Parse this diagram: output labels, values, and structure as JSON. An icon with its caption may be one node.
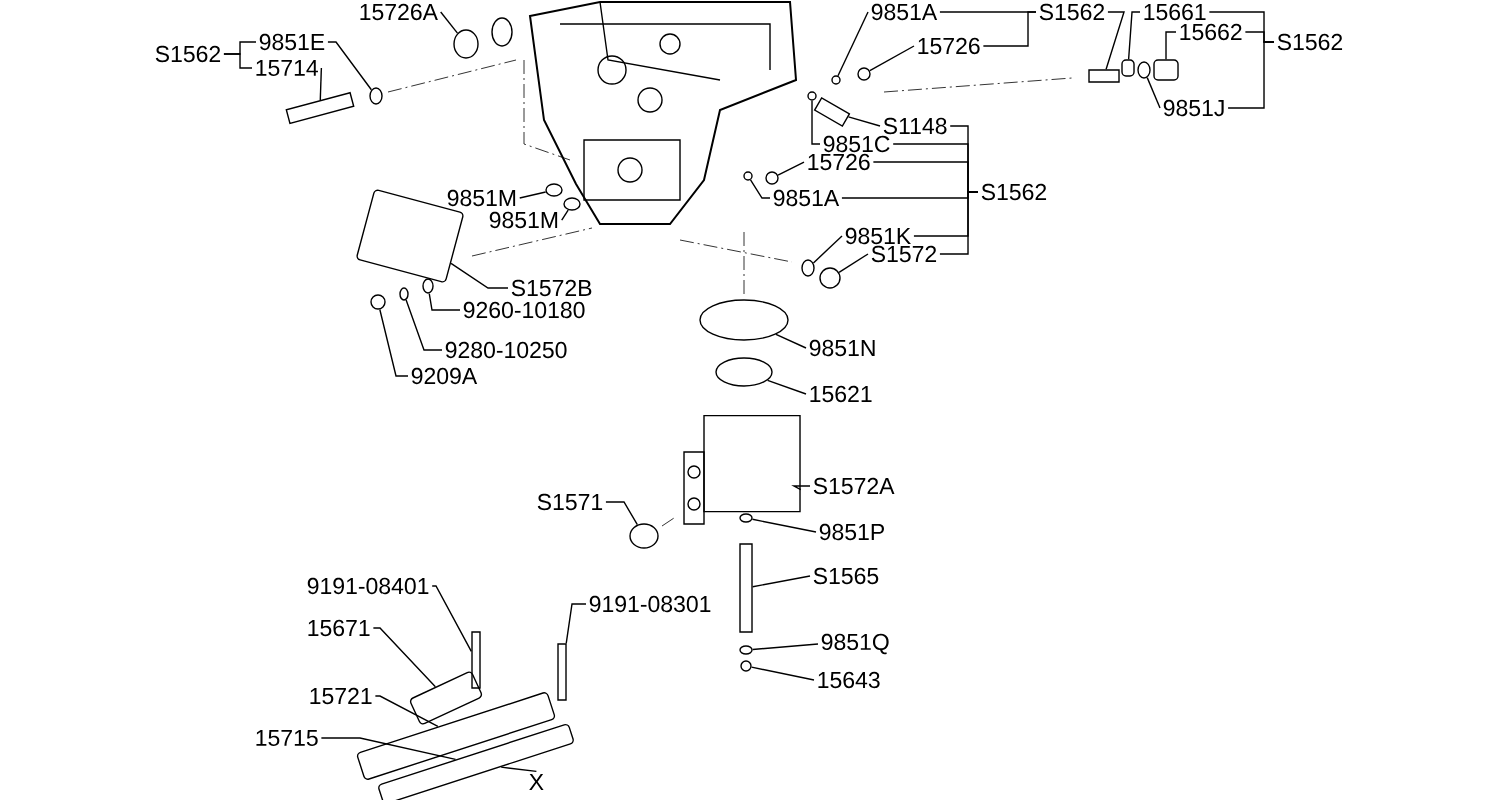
{
  "diagram": {
    "nodes": [
      {
        "text": [
          "15726A"
        ]
      },
      {
        "text": [
          "S1562"
        ]
      },
      {
        "text": [
          "9851E"
        ]
      },
      {
        "text": [
          "15714"
        ]
      },
      {
        "text": [
          "9851A"
        ]
      },
      {
        "text": [
          "S1562"
        ]
      },
      {
        "text": [
          "15726"
        ]
      },
      {
        "text": [
          "15661"
        ]
      },
      {
        "text": [
          "15662"
        ]
      },
      {
        "text": [
          "S1562"
        ]
      },
      {
        "text": [
          "9851J"
        ]
      },
      {
        "text": [
          "S1148"
        ]
      },
      {
        "text": [
          "9851C"
        ]
      },
      {
        "text": [
          "15726"
        ]
      },
      {
        "text": [
          "9851A"
        ]
      },
      {
        "text": [
          "S1562"
        ]
      },
      {
        "text": [
          "9851K"
        ]
      },
      {
        "text": [
          "S1572"
        ]
      },
      {
        "text": [
          "9851M"
        ]
      },
      {
        "text": [
          "9851M"
        ]
      },
      {
        "text": [
          "S1572B"
        ]
      },
      {
        "text": [
          "9260-10180"
        ]
      },
      {
        "text": [
          "9280-10250"
        ]
      },
      {
        "text": [
          "9209A"
        ]
      },
      {
        "text": [
          "9851N"
        ]
      },
      {
        "text": [
          "15621"
        ]
      },
      {
        "text": [
          "S1572A"
        ]
      },
      {
        "text": [
          "S1571"
        ]
      },
      {
        "text": [
          "9851P"
        ]
      },
      {
        "text": [
          "S1565"
        ]
      },
      {
        "text": [
          "9191-08301"
        ]
      },
      {
        "text": [
          "9191-08401"
        ]
      },
      {
        "text": [
          "15671"
        ]
      },
      {
        "text": [
          "15721"
        ]
      },
      {
        "text": [
          "15715"
        ]
      },
      {
        "text": [
          "9851Q"
        ]
      },
      {
        "text": [
          "15643"
        ]
      },
      {
        "text": [
          "X"
        ]
      },
      {
        "text": [],
        "shape": "circle"
      },
      {
        "text": [],
        "shape": "circle"
      },
      {
        "text": [],
        "shape": "bar"
      },
      {
        "text": [],
        "shape": "circle"
      },
      {
        "text": [],
        "shape": "bar"
      },
      {
        "text": [],
        "shape": "circle"
      },
      {
        "text": [],
        "shape": "box"
      },
      {
        "text": [],
        "shape": "box"
      },
      {
        "text": [],
        "shape": "circle"
      },
      {
        "text": [],
        "shape": "bar"
      },
      {
        "text": [],
        "shape": "circle"
      },
      {
        "text": [],
        "shape": "circle"
      },
      {
        "text": [],
        "shape": "circle"
      },
      {
        "text": [],
        "shape": "circle"
      },
      {
        "text": [],
        "shape": "circle"
      },
      {
        "text": [],
        "shape": "circle"
      },
      {
        "text": [],
        "shape": "circle"
      },
      {
        "text": [],
        "shape": "box"
      },
      {
        "text": [],
        "shape": "circle"
      },
      {
        "text": [],
        "shape": "circle"
      },
      {
        "text": [],
        "shape": "circle"
      },
      {
        "text": [],
        "shape": "circle"
      },
      {
        "text": [],
        "shape": "circle"
      },
      {
        "text": [],
        "shape": "cylinder"
      },
      {
        "text": [],
        "shape": "circle"
      },
      {
        "text": [],
        "shape": "circle"
      },
      {
        "text": [],
        "shape": "bar"
      },
      {
        "text": [],
        "shape": "bar"
      },
      {
        "text": [],
        "shape": "bar"
      },
      {
        "text": [],
        "shape": "box"
      },
      {
        "text": [],
        "shape": "box"
      },
      {
        "text": [],
        "shape": "box"
      },
      {
        "text": [],
        "shape": "circle"
      },
      {
        "text": [],
        "shape": "circle"
      }
    ],
    "edges": [
      {
        "from": 0,
        "to": 38,
        "arrow": "none"
      },
      {
        "from": 1,
        "to": 2,
        "arrow": "none"
      },
      {
        "from": 1,
        "to": 3,
        "arrow": "none"
      },
      {
        "from": 2,
        "to": 39,
        "arrow": "none"
      },
      {
        "from": 3,
        "to": 40,
        "arrow": "none"
      },
      {
        "from": 4,
        "to": 41,
        "arrow": "none"
      },
      {
        "from": 5,
        "to": 4,
        "arrow": "none"
      },
      {
        "from": 5,
        "to": 6,
        "arrow": "none"
      },
      {
        "from": 5,
        "to": 42,
        "arrow": "none"
      },
      {
        "from": 6,
        "to": 43,
        "arrow": "none"
      },
      {
        "from": 7,
        "to": 44,
        "arrow": "none"
      },
      {
        "from": 8,
        "to": 45,
        "arrow": "none"
      },
      {
        "from": 9,
        "to": 7,
        "arrow": "none"
      },
      {
        "from": 9,
        "to": 8,
        "arrow": "none"
      },
      {
        "from": 9,
        "to": 10,
        "arrow": "none"
      },
      {
        "from": 10,
        "to": 46,
        "arrow": "none"
      },
      {
        "from": 11,
        "to": 47,
        "arrow": "none"
      },
      {
        "from": 12,
        "to": 48,
        "arrow": "none"
      },
      {
        "from": 13,
        "to": 49,
        "arrow": "none"
      },
      {
        "from": 14,
        "to": 50,
        "arrow": "none"
      },
      {
        "from": 15,
        "to": 11,
        "arrow": "none"
      },
      {
        "from": 15,
        "to": 12,
        "arrow": "none"
      },
      {
        "from": 15,
        "to": 13,
        "arrow": "none"
      },
      {
        "from": 15,
        "to": 14,
        "arrow": "none"
      },
      {
        "from": 15,
        "to": 16,
        "arrow": "none"
      },
      {
        "from": 15,
        "to": 17,
        "arrow": "none"
      },
      {
        "from": 16,
        "to": 51,
        "arrow": "none"
      },
      {
        "from": 17,
        "to": 52,
        "arrow": "none"
      },
      {
        "from": 18,
        "to": 53,
        "arrow": "none"
      },
      {
        "from": 19,
        "to": 54,
        "arrow": "none"
      },
      {
        "from": 20,
        "to": 55,
        "arrow": "none"
      },
      {
        "from": 21,
        "to": 56,
        "arrow": "none"
      },
      {
        "from": 22,
        "to": 57,
        "arrow": "none"
      },
      {
        "from": 23,
        "to": 58,
        "arrow": "none"
      },
      {
        "from": 24,
        "to": 59,
        "arrow": "none"
      },
      {
        "from": 25,
        "to": 60,
        "arrow": "none"
      },
      {
        "from": 26,
        "to": 61,
        "arrow": "none"
      },
      {
        "from": 27,
        "to": 62,
        "arrow": "none"
      },
      {
        "from": 28,
        "to": 63,
        "arrow": "none"
      },
      {
        "from": 29,
        "to": 64,
        "arrow": "none"
      },
      {
        "from": 30,
        "to": 65,
        "arrow": "none"
      },
      {
        "from": 31,
        "to": 66,
        "arrow": "none"
      },
      {
        "from": 32,
        "to": 67,
        "arrow": "none"
      },
      {
        "from": 33,
        "to": 68,
        "arrow": "none"
      },
      {
        "from": 34,
        "to": 69,
        "arrow": "none"
      },
      {
        "from": 35,
        "to": 70,
        "arrow": "none"
      },
      {
        "from": 36,
        "to": 71,
        "arrow": "none"
      },
      {
        "from": 37,
        "to": 69,
        "arrow": "none"
      }
    ]
  }
}
